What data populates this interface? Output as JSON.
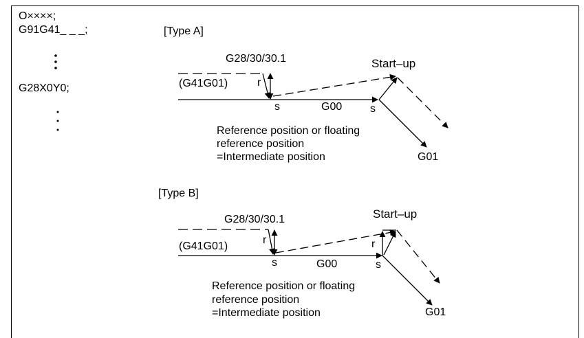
{
  "program": {
    "line1": "O××××;",
    "line2": "G91G41_ _ _;",
    "line3": "G28X0Y0;"
  },
  "type_a": {
    "heading": "[Type A]",
    "g28_label": "G28/30/30.1",
    "startup_label": "Start–up",
    "g41_label": "(G41G01)",
    "r_label": "r",
    "s_left": "s",
    "g00_label": "G00",
    "s_right": "s",
    "ref_line1": "Reference position or floating",
    "ref_line2": "reference position",
    "ref_line3": "=Intermediate position",
    "g01_label": "G01"
  },
  "type_b": {
    "heading": "[Type B]",
    "g28_label": "G28/30/30.1",
    "startup_label": "Start–up",
    "g41_label": "(G41G01)",
    "r_left": "r",
    "s_left": "s",
    "g00_label": "G00",
    "r_right": "r",
    "s_right": "s",
    "ref_line1": "Reference position or floating",
    "ref_line2": "reference position",
    "ref_line3": "=Intermediate position",
    "g01_label": "G01"
  }
}
